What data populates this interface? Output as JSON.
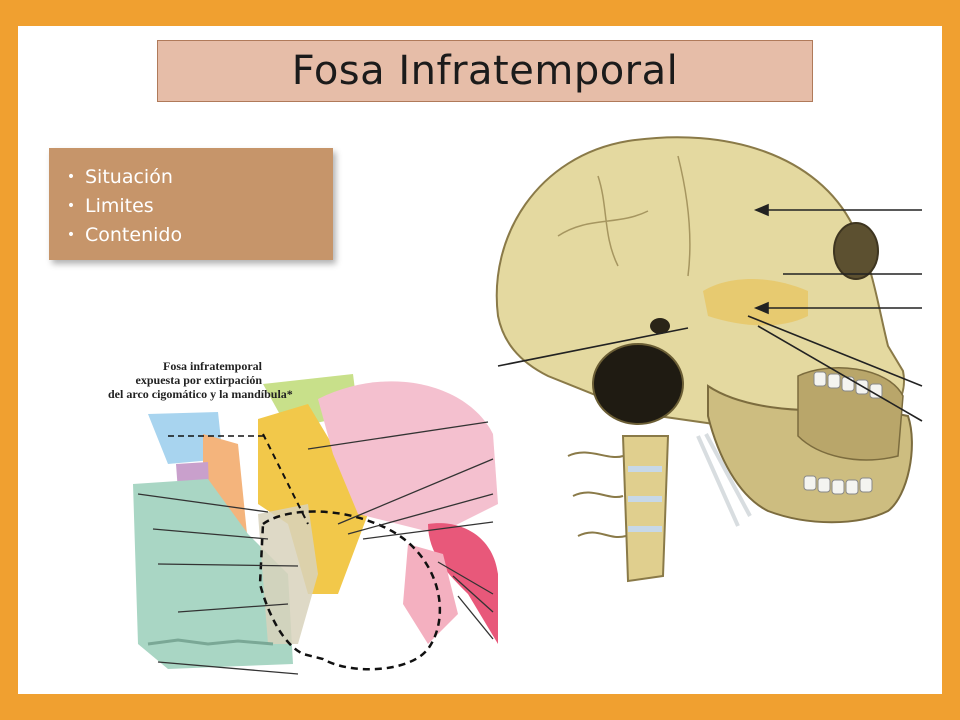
{
  "slide": {
    "title": "Fosa Infratemporal",
    "topics": [
      "Situación",
      "Limites",
      "Contenido"
    ]
  },
  "figure_caption": {
    "lines": [
      "Fosa infratemporal",
      "expuesta por extirpación",
      "del arco cigomático y la mandíbula*"
    ]
  },
  "colors": {
    "frame": "#f0a030",
    "title_fill": "#e6bda8",
    "topics_fill": "#c6956a",
    "bone": "#e4d9a0"
  }
}
